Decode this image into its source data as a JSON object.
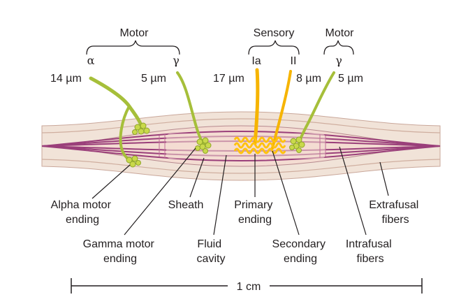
{
  "diagram": {
    "headers": {
      "motor_left": "Motor",
      "sensory": "Sensory",
      "motor_right": "Motor"
    },
    "fiber_types": {
      "alpha": "α",
      "gamma_left": "γ",
      "ia": "Ia",
      "ii": "II",
      "gamma_right": "γ"
    },
    "diameters": {
      "alpha": "14 µm",
      "gamma_left": "5 µm",
      "ia": "17 µm",
      "ii": "8 µm",
      "gamma_right": "5 µm"
    },
    "labels": {
      "alpha_motor_ending": [
        "Alpha motor",
        "ending"
      ],
      "gamma_motor_ending": [
        "Gamma motor",
        "ending"
      ],
      "sheath": "Sheath",
      "fluid_cavity": [
        "Fluid",
        "cavity"
      ],
      "primary_ending": [
        "Primary",
        "ending"
      ],
      "secondary_ending": [
        "Secondary",
        "ending"
      ],
      "intrafusal_fibers": [
        "Intrafusal",
        "fibers"
      ],
      "extrafusal_fibers": [
        "Extrafusal",
        "fibers"
      ]
    },
    "scale_bar": "1 cm",
    "colors": {
      "extrafusal": "#f1e3d8",
      "extrafusal_line": "#c9a79a",
      "spindle": "#f4dcd2",
      "intrafusal": "#9a3f7a",
      "motor_nerve": "#a6bf3a",
      "motor_ending": "#c9d94b",
      "sensory_nerve": "#f6b400",
      "primary_ending": "#ffc20e"
    }
  }
}
